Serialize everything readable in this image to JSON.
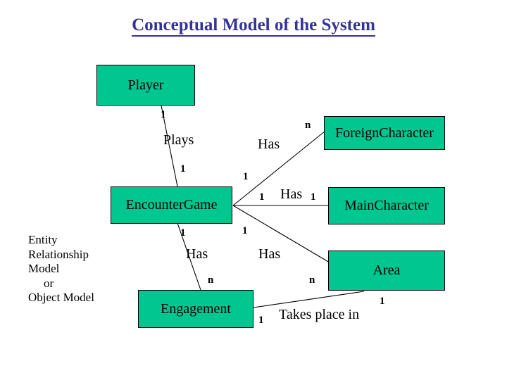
{
  "slide": {
    "title": "Conceptual Model of the System",
    "title_color": "#333399",
    "background": "#ffffff"
  },
  "theme": {
    "entity_fill": "#00C68F",
    "entity_border": "#000000",
    "text_color": "#000000"
  },
  "caption": {
    "line1": "Entity",
    "line2": "Relationship",
    "line3": "Model",
    "line4": "or",
    "line5": "Object Model"
  },
  "entities": [
    {
      "id": "player",
      "label": "Player"
    },
    {
      "id": "foreign_character",
      "label": "ForeignCharacter"
    },
    {
      "id": "encounter_game",
      "label": "EncounterGame"
    },
    {
      "id": "main_character",
      "label": "MainCharacter"
    },
    {
      "id": "area",
      "label": "Area"
    },
    {
      "id": "engagement",
      "label": "Engagement"
    }
  ],
  "relationships": [
    {
      "id": "plays",
      "label": "Plays",
      "from": "player",
      "to": "encounter_game",
      "from_card": "1",
      "to_card": "1"
    },
    {
      "id": "has_foreign",
      "label": "Has",
      "from": "encounter_game",
      "to": "foreign_character",
      "from_card": "1",
      "to_card": "n"
    },
    {
      "id": "has_main",
      "label": "Has",
      "from": "encounter_game",
      "to": "main_character",
      "from_card": "1",
      "to_card": "1"
    },
    {
      "id": "has_engagement",
      "label": "Has",
      "from": "encounter_game",
      "to": "engagement",
      "from_card": "1",
      "to_card": "n"
    },
    {
      "id": "has_area",
      "label": "Has",
      "from": "encounter_game",
      "to": "area",
      "from_card": "1",
      "to_card": "n"
    },
    {
      "id": "takes_place_in",
      "label": "Takes place in",
      "from": "engagement",
      "to": "area",
      "from_card": "1",
      "to_card": "1"
    }
  ],
  "labels": {
    "plays": "Plays",
    "has_foreign": "Has",
    "has_main": "Has",
    "has_engagement": "Has",
    "has_area": "Has",
    "takes_place_in": "Takes place in",
    "card_player_plays": "1",
    "card_plays_encounter": "1",
    "card_encounter_hasforeign": "1",
    "card_foreign_n": "n",
    "card_encounter_hasmain": "1",
    "card_main_1": "1",
    "card_encounter_hasengagement": "1",
    "card_engagement_n": "n",
    "card_encounter_hasarea": "1",
    "card_area_n": "n",
    "card_engagement_takes": "1",
    "card_area_takes": "1"
  }
}
